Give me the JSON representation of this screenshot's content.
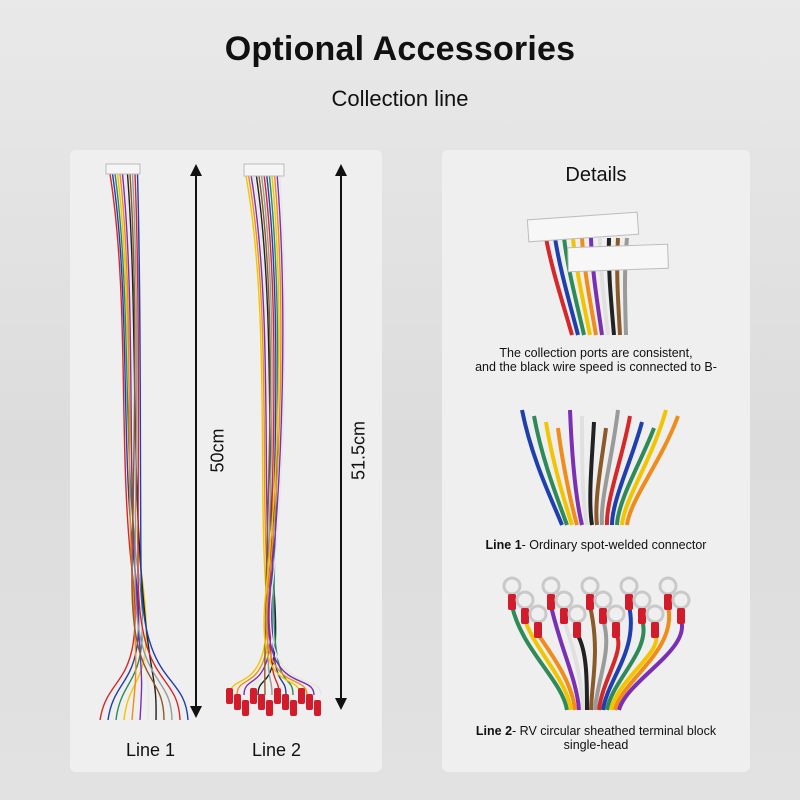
{
  "header": {
    "title": "Optional Accessories",
    "subtitle": "Collection line"
  },
  "left_panel": {
    "line1": {
      "label": "Line 1",
      "length": "50cm"
    },
    "line2": {
      "label": "Line 2",
      "length": "51.5cm"
    }
  },
  "details": {
    "title": "Details",
    "items": [
      {
        "caption_line1": "The collection ports are consistent,",
        "caption_line2": "and the black wire speed is connected to B-"
      },
      {
        "caption_bold": "Line 1",
        "caption_rest": "- Ordinary spot-welded connector"
      },
      {
        "caption_bold": "Line 2",
        "caption_rest": "- RV circular sheathed terminal block",
        "caption_line2": "single-head"
      }
    ]
  },
  "colors": {
    "wires": [
      "#d62828",
      "#1f3fae",
      "#2e8b57",
      "#f2c500",
      "#f08c1a",
      "#7a2fb5",
      "#ffffff",
      "#222222",
      "#8b5a2b",
      "#9a9a9a"
    ],
    "terminal_red": "#d21c2c"
  }
}
